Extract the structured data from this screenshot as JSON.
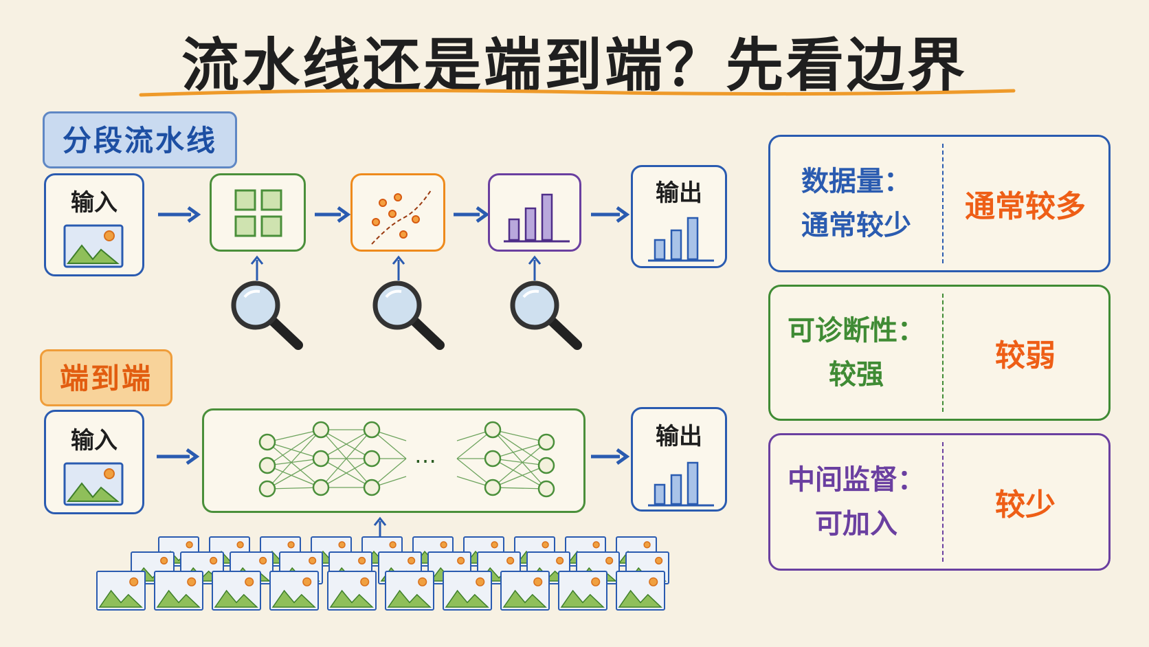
{
  "title": "流水线还是端到端？先看边界",
  "pipeline": {
    "label": "分段流水线",
    "input_label": "输入",
    "output_label": "输出"
  },
  "end_to_end": {
    "label": "端到端",
    "input_label": "输入",
    "output_label": "输出",
    "ellipsis": "…"
  },
  "comparison": [
    {
      "left": [
        "数据量：",
        "通常较少"
      ],
      "right": "通常较多",
      "color": "#2a5bb0"
    },
    {
      "left": [
        "可诊断性：",
        "较强"
      ],
      "right": "较弱",
      "color": "#3f8b34"
    },
    {
      "left": [
        "中间监督：",
        "可加入"
      ],
      "right": "较少",
      "color": "#6a3fa0"
    }
  ],
  "colors": {
    "blue": "#2a5bb0",
    "green": "#4a8f3a",
    "orange": "#ee8a1c",
    "purple": "#6a3fa0",
    "accent_orange": "#ee5e16"
  }
}
